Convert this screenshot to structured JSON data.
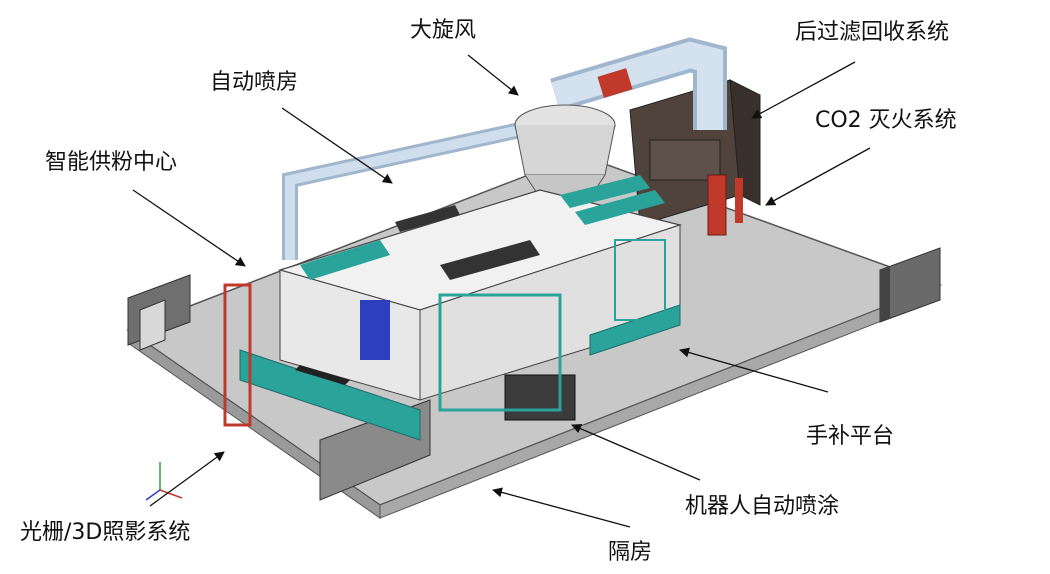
{
  "labels": {
    "big_cyclone": "大旋风",
    "post_filter": "后过滤回收系统",
    "auto_booth": "自动喷房",
    "co2_fire": "CO2 灭火系统",
    "powder_center": "智能供粉中心",
    "touchup": "手补平台",
    "robot_spray": "机器人自动喷涂",
    "light_grid": "光栅/3D照影系统",
    "isolation_room": "隔房"
  },
  "colors": {
    "floor": "#c4c4c4",
    "wall": "#7a7a7a",
    "teal": "#2aa39a",
    "duct": "#b9cde0",
    "booth": "#f2f2f2",
    "dark_unit": "#4a3f3a",
    "red_accent": "#c0392b",
    "operator_blue": "#2b3fbf"
  }
}
